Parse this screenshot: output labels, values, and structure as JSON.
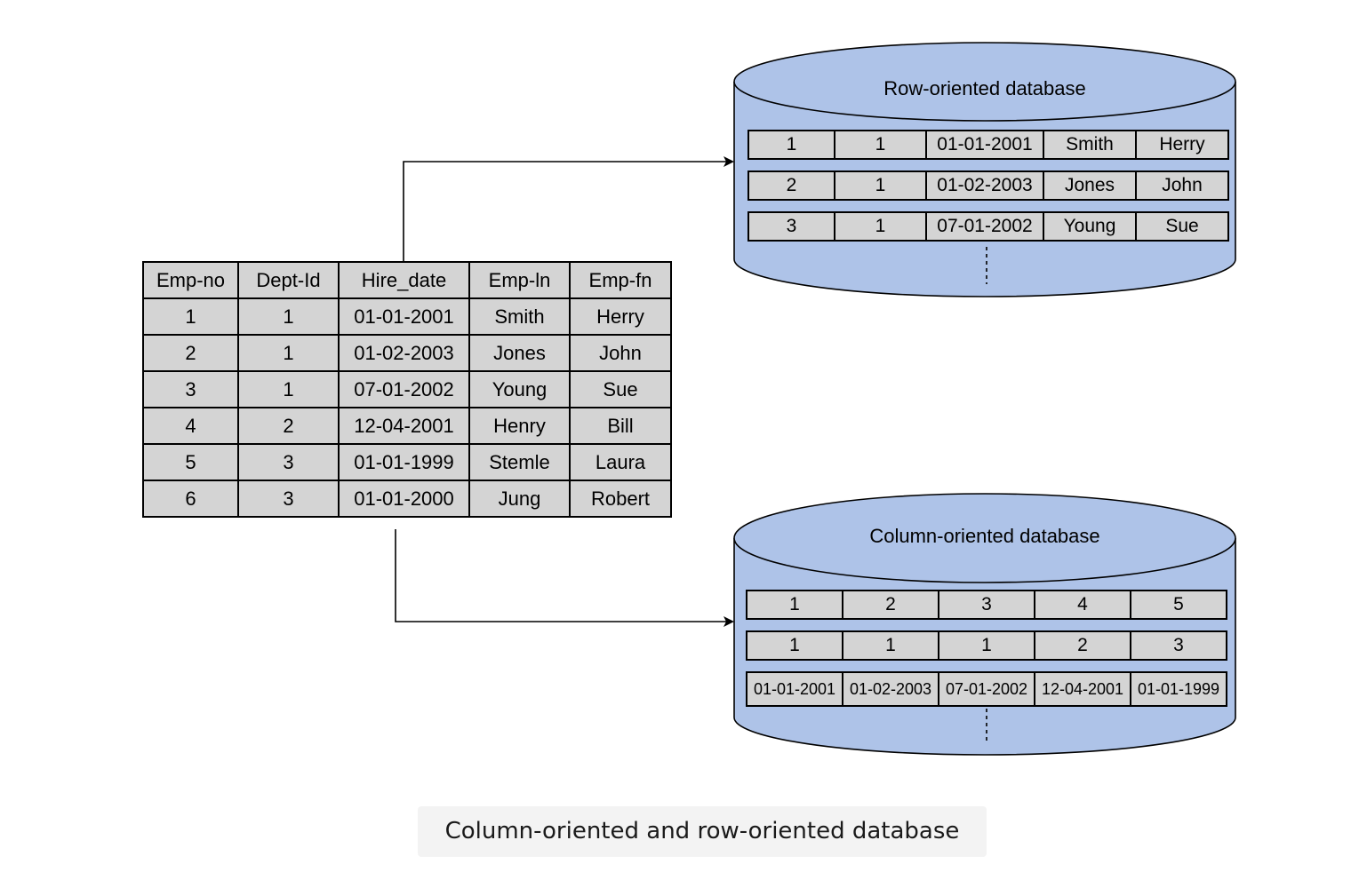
{
  "colors": {
    "cylinder_fill": "#aec3e8",
    "cell_fill": "#d4d4d4",
    "stroke": "#000000",
    "caption_bg": "#f3f3f3"
  },
  "source_table": {
    "headers": [
      "Emp-no",
      "Dept-Id",
      "Hire_date",
      "Emp-ln",
      "Emp-fn"
    ],
    "rows": [
      [
        "1",
        "1",
        "01-01-2001",
        "Smith",
        "Herry"
      ],
      [
        "2",
        "1",
        "01-02-2003",
        "Jones",
        "John"
      ],
      [
        "3",
        "1",
        "07-01-2002",
        "Young",
        "Sue"
      ],
      [
        "4",
        "2",
        "12-04-2001",
        "Henry",
        "Bill"
      ],
      [
        "5",
        "3",
        "01-01-1999",
        "Stemle",
        "Laura"
      ],
      [
        "6",
        "3",
        "01-01-2000",
        "Jung",
        "Robert"
      ]
    ]
  },
  "row_db": {
    "title": "Row-oriented database",
    "rows": [
      [
        "1",
        "1",
        "01-01-2001",
        "Smith",
        "Herry"
      ],
      [
        "2",
        "1",
        "01-02-2003",
        "Jones",
        "John"
      ],
      [
        "3",
        "1",
        "07-01-2002",
        "Young",
        "Sue"
      ]
    ]
  },
  "column_db": {
    "title": "Column-oriented database",
    "rows": [
      [
        "1",
        "2",
        "3",
        "4",
        "5"
      ],
      [
        "1",
        "1",
        "1",
        "2",
        "3"
      ],
      [
        "01-01-2001",
        "01-02-2003",
        "07-01-2002",
        "12-04-2001",
        "01-01-1999"
      ]
    ]
  },
  "caption": "Column-oriented and row-oriented database"
}
